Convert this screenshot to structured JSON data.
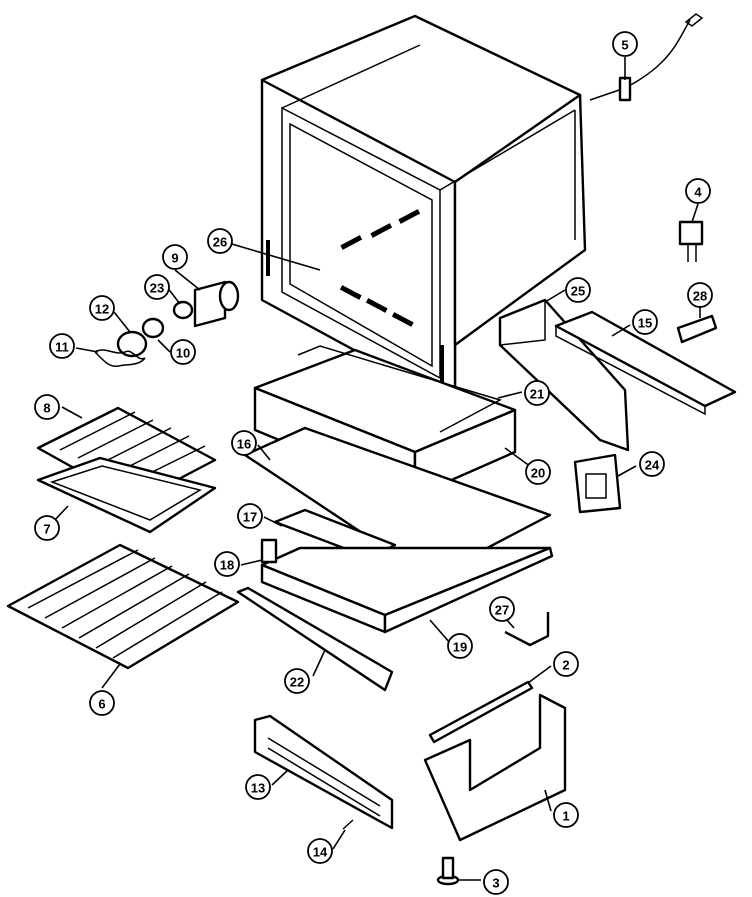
{
  "callouts": [
    {
      "label": "1"
    },
    {
      "label": "2"
    },
    {
      "label": "3"
    },
    {
      "label": "4"
    },
    {
      "label": "5"
    },
    {
      "label": "6"
    },
    {
      "label": "7"
    },
    {
      "label": "8"
    },
    {
      "label": "9"
    },
    {
      "label": "10"
    },
    {
      "label": "11"
    },
    {
      "label": "12"
    },
    {
      "label": "13"
    },
    {
      "label": "14"
    },
    {
      "label": "15"
    },
    {
      "label": "16"
    },
    {
      "label": "17"
    },
    {
      "label": "18"
    },
    {
      "label": "19"
    },
    {
      "label": "20"
    },
    {
      "label": "21"
    },
    {
      "label": "22"
    },
    {
      "label": "23"
    },
    {
      "label": "24"
    },
    {
      "label": "25"
    },
    {
      "label": "26"
    },
    {
      "label": "27"
    },
    {
      "label": "28"
    }
  ]
}
